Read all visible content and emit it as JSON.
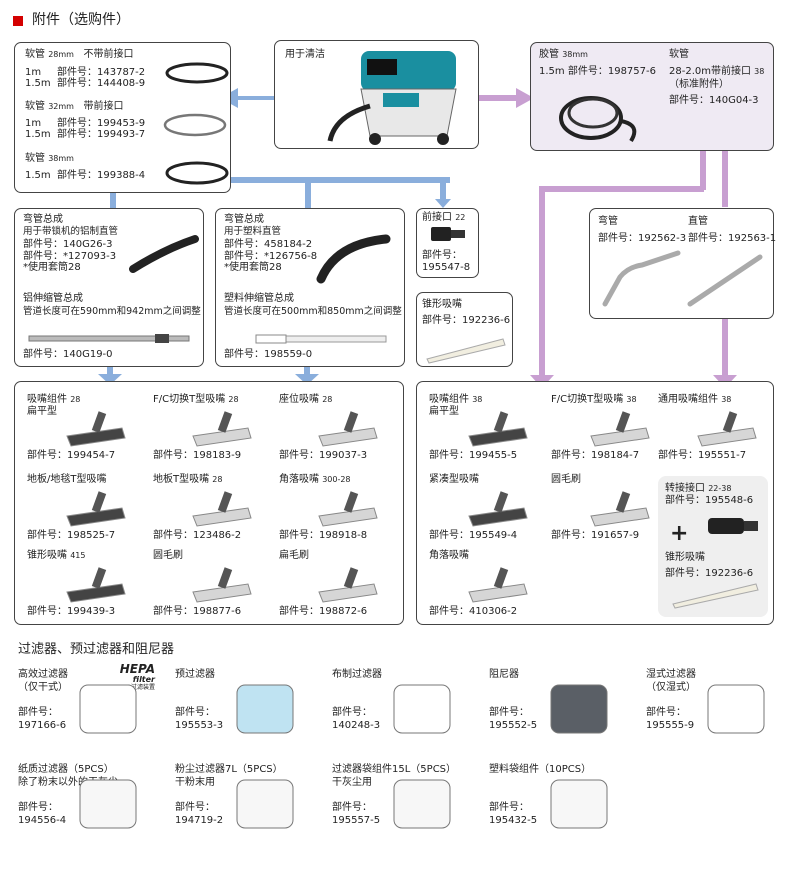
{
  "colors": {
    "accent_red": "#d40000",
    "arrow_blue": "#8aaedc",
    "arrow_purple": "#c89fd1",
    "panel_lavender": "#efeaf3"
  },
  "header": {
    "title": "附件（选购件）"
  },
  "vacuum_box": {
    "label": "用于清洁"
  },
  "hoses_left": {
    "h28": {
      "title": "软管",
      "size": "28mm",
      "note": "不带前接口",
      "r1_len": "1m",
      "r1_part": "部件号：143787-2",
      "r2_len": "1.5m",
      "r2_part": "部件号：144408-9"
    },
    "h32": {
      "title": "软管",
      "size": "32mm",
      "note": "带前接口",
      "r1_len": "1m",
      "r1_part": "部件号：199453-9",
      "r2_len": "1.5m",
      "r2_part": "部件号：199493-7"
    },
    "h38": {
      "title": "软管",
      "size": "38mm",
      "r1_len": "1.5m",
      "r1_part": "部件号：199388-4"
    }
  },
  "hoses_right": {
    "a": {
      "title": "胶管",
      "size": "38mm",
      "len": "1.5m",
      "part": "部件号：198757-6"
    },
    "b": {
      "title": "软管",
      "len": "28-2.0m带前接口",
      "size": "38",
      "sub": "（标准附件）",
      "part": "部件号：140G04-3"
    }
  },
  "elbow_alu": {
    "title": "弯管总成",
    "desc": "用于带锁机的铝制直管",
    "part1": "部件号：140G26-3",
    "part2": "部件号：*127093-3",
    "note": "*使用套筒28",
    "ext_title": "铝伸缩管总成",
    "ext_desc": "管道长度可在590mm和942mm之间调整",
    "ext_part": "部件号：140G19-0"
  },
  "elbow_plastic": {
    "title": "弯管总成",
    "desc": "用于塑料直管",
    "part1": "部件号：458184-2",
    "part2": "部件号：*126756-8",
    "note": "*使用套筒28",
    "ext_title": "塑料伸缩管总成",
    "ext_desc": "管道长度可在500mm和850mm之间调整",
    "ext_part": "部件号：198559-0"
  },
  "front_port": {
    "title": "前接口",
    "size": "22",
    "part_label": "部件号：",
    "part": "195547-8"
  },
  "cone_nozzle": {
    "title": "锥形吸嘴",
    "part": "部件号：192236-6"
  },
  "pipes": {
    "bend_title": "弯管",
    "bend_part": "部件号：192562-3",
    "straight_title": "直管",
    "straight_part": "部件号：192563-1"
  },
  "nozzles_left": [
    {
      "name": "吸嘴组件",
      "size": "28",
      "name2": "扁平型",
      "part": "部件号：199454-7"
    },
    {
      "name": "F/C切换T型吸嘴",
      "size": "28",
      "name2": "",
      "part": "部件号：198183-9"
    },
    {
      "name": "座位吸嘴",
      "size": "28",
      "name2": "",
      "part": "部件号：199037-3"
    },
    {
      "name": "地板/地毯T型吸嘴",
      "size": "",
      "name2": "",
      "part": "部件号：198525-7"
    },
    {
      "name": "地板T型吸嘴",
      "size": "28",
      "name2": "",
      "part": "部件号：123486-2"
    },
    {
      "name": "角落吸嘴",
      "size": "300-28",
      "name2": "",
      "part": "部件号：198918-8"
    },
    {
      "name": "锥形吸嘴",
      "size": "415",
      "name2": "",
      "part": "部件号：199439-3"
    },
    {
      "name": "圆毛刷",
      "size": "",
      "name2": "",
      "part": "部件号：198877-6"
    },
    {
      "name": "扁毛刷",
      "size": "",
      "name2": "",
      "part": "部件号：198872-6"
    }
  ],
  "nozzles_right": [
    {
      "name": "吸嘴组件",
      "size": "38",
      "name2": "扁平型",
      "part": "部件号：199455-5"
    },
    {
      "name": "F/C切换T型吸嘴",
      "size": "38",
      "name2": "",
      "part": "部件号：198184-7"
    },
    {
      "name": "通用吸嘴组件",
      "size": "38",
      "name2": "",
      "part": "部件号：195551-7"
    },
    {
      "name": "紧凑型吸嘴",
      "size": "",
      "name2": "",
      "part": "部件号：195549-4"
    },
    {
      "name": "圆毛刷",
      "size": "",
      "name2": "",
      "part": "部件号：191657-9"
    },
    {
      "name": "角落吸嘴",
      "size": "",
      "name2": "",
      "part": "部件号：410306-2"
    }
  ],
  "adapter_panel": {
    "title": "转接接口",
    "size": "22-38",
    "part": "部件号：195548-6",
    "plus": "+",
    "cone_title": "锥形吸嘴",
    "cone_part": "部件号：192236-6"
  },
  "filters": {
    "title": "过滤器、预过滤器和阻尼器",
    "hepa_logo": "HEPA",
    "hepa_logo_sub": "filter",
    "hepa_logo_cn": "HEPA过滤装置",
    "row1": [
      {
        "name": "高效过滤器",
        "name2": "（仅干式）",
        "part_label": "部件号：",
        "part": "197166-6"
      },
      {
        "name": "预过滤器",
        "name2": "",
        "part_label": "部件号：",
        "part": "195553-3"
      },
      {
        "name": "布制过滤器",
        "name2": "",
        "part_label": "部件号：",
        "part": "140248-3"
      },
      {
        "name": "阻尼器",
        "name2": "",
        "part_label": "部件号：",
        "part": "195552-5"
      },
      {
        "name": "湿式过滤器",
        "name2": "（仅湿式）",
        "part_label": "部件号：",
        "part": "195555-9"
      }
    ],
    "row2": [
      {
        "name": "纸质过滤器（5PCS）",
        "name2": "除了粉末以外的干灰尘",
        "part_label": "部件号：",
        "part": "194556-4"
      },
      {
        "name": "粉尘过滤器7L（5PCS）",
        "name2": "干粉末用",
        "part_label": "部件号：",
        "part": "194719-2"
      },
      {
        "name": "过滤器袋组件15L（5PCS）",
        "name2": "干灰尘用",
        "part_label": "部件号：",
        "part": "195557-5"
      },
      {
        "name": "塑料袋组件（10PCS）",
        "name2": "",
        "part_label": "部件号：",
        "part": "195432-5"
      }
    ]
  }
}
